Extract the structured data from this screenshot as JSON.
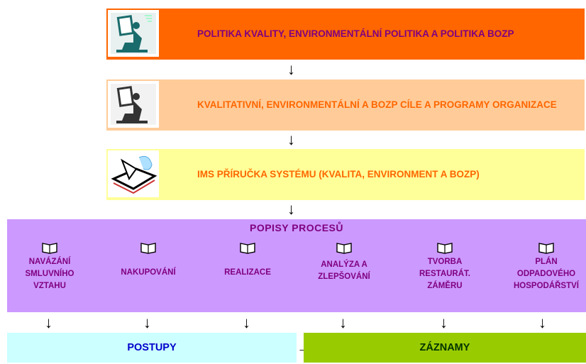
{
  "docs": [
    {
      "text": "POLITIKA KVALITY, ENVIRONMENTÁLNÍ POLITIKA A POLITIKA BOZP",
      "icon": "person-at-computer-icon",
      "bg": "#ff6600",
      "color": "#800080"
    },
    {
      "text": "KVALITATIVNÍ, ENVIRONMENTÁLNÍ A BOZP CÍLE A PROGRAMY ORGANIZACE",
      "icon": "person-at-computer-icon",
      "bg": "#ffcc99",
      "color": "#ff6600"
    },
    {
      "text": "IMS PŘÍRUČKA SYSTÉMU (KVALITA, ENVIRONMENT A BOZP)",
      "icon": "open-book-icon",
      "bg": "#ffff99",
      "color": "#ff6600"
    }
  ],
  "processes": {
    "title": "POPISY PROCESŮ",
    "items": [
      {
        "label": "NAVÁZÁNÍ\nSMLUVNÍHO\nVZTAHU"
      },
      {
        "label": "NAKUPOVÁNÍ"
      },
      {
        "label": "REALIZACE"
      },
      {
        "label": "ANALÝZA A\nZLEPŠOVÁNÍ"
      },
      {
        "label": "TVORBA\nRESTAURÁT.\nZÁMĚRU"
      },
      {
        "label": "PLÁN\nODPADOVÉHO\nHOSPODÁŘSTVÍ"
      }
    ]
  },
  "postupy": {
    "label": "POSTUPY",
    "bg": "#ccffff",
    "color": "#0000cc"
  },
  "zaznamy": {
    "label": "ZÁZNAMY",
    "bg": "#99cc00",
    "color": "#003300"
  },
  "arrow_glyph": "↓",
  "arrow_right_glyph": "→"
}
